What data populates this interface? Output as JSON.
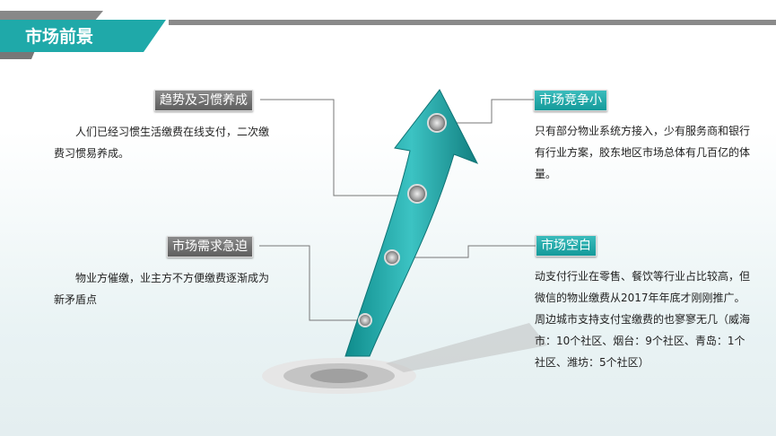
{
  "title": "市场前景",
  "colors": {
    "teal": "#1fa9a9",
    "gray": "#6e6e6e"
  },
  "sections": [
    {
      "label": "趋势及习惯养成",
      "text": "人们已经习惯生活缴费在线支付，二次缴费习惯易养成。"
    },
    {
      "label": "市场竞争小",
      "text": "只有部分物业系统方接入，少有服务商和银行有行业方案，胶东地区市场总体有几百亿的体量。"
    },
    {
      "label": "市场需求急迫",
      "text": "物业方催缴，业主方不方便缴费逐渐成为新矛盾点"
    },
    {
      "label": "市场空白",
      "text": "动支付行业在零售、餐饮等行业占比较高，但微信的物业缴费从2017年年底才刚刚推广。周边城市支持支付宝缴费的也寥寥无几（威海市：10个社区、烟台：9个社区、青岛：1个社区、潍坊：5个社区）"
    }
  ]
}
